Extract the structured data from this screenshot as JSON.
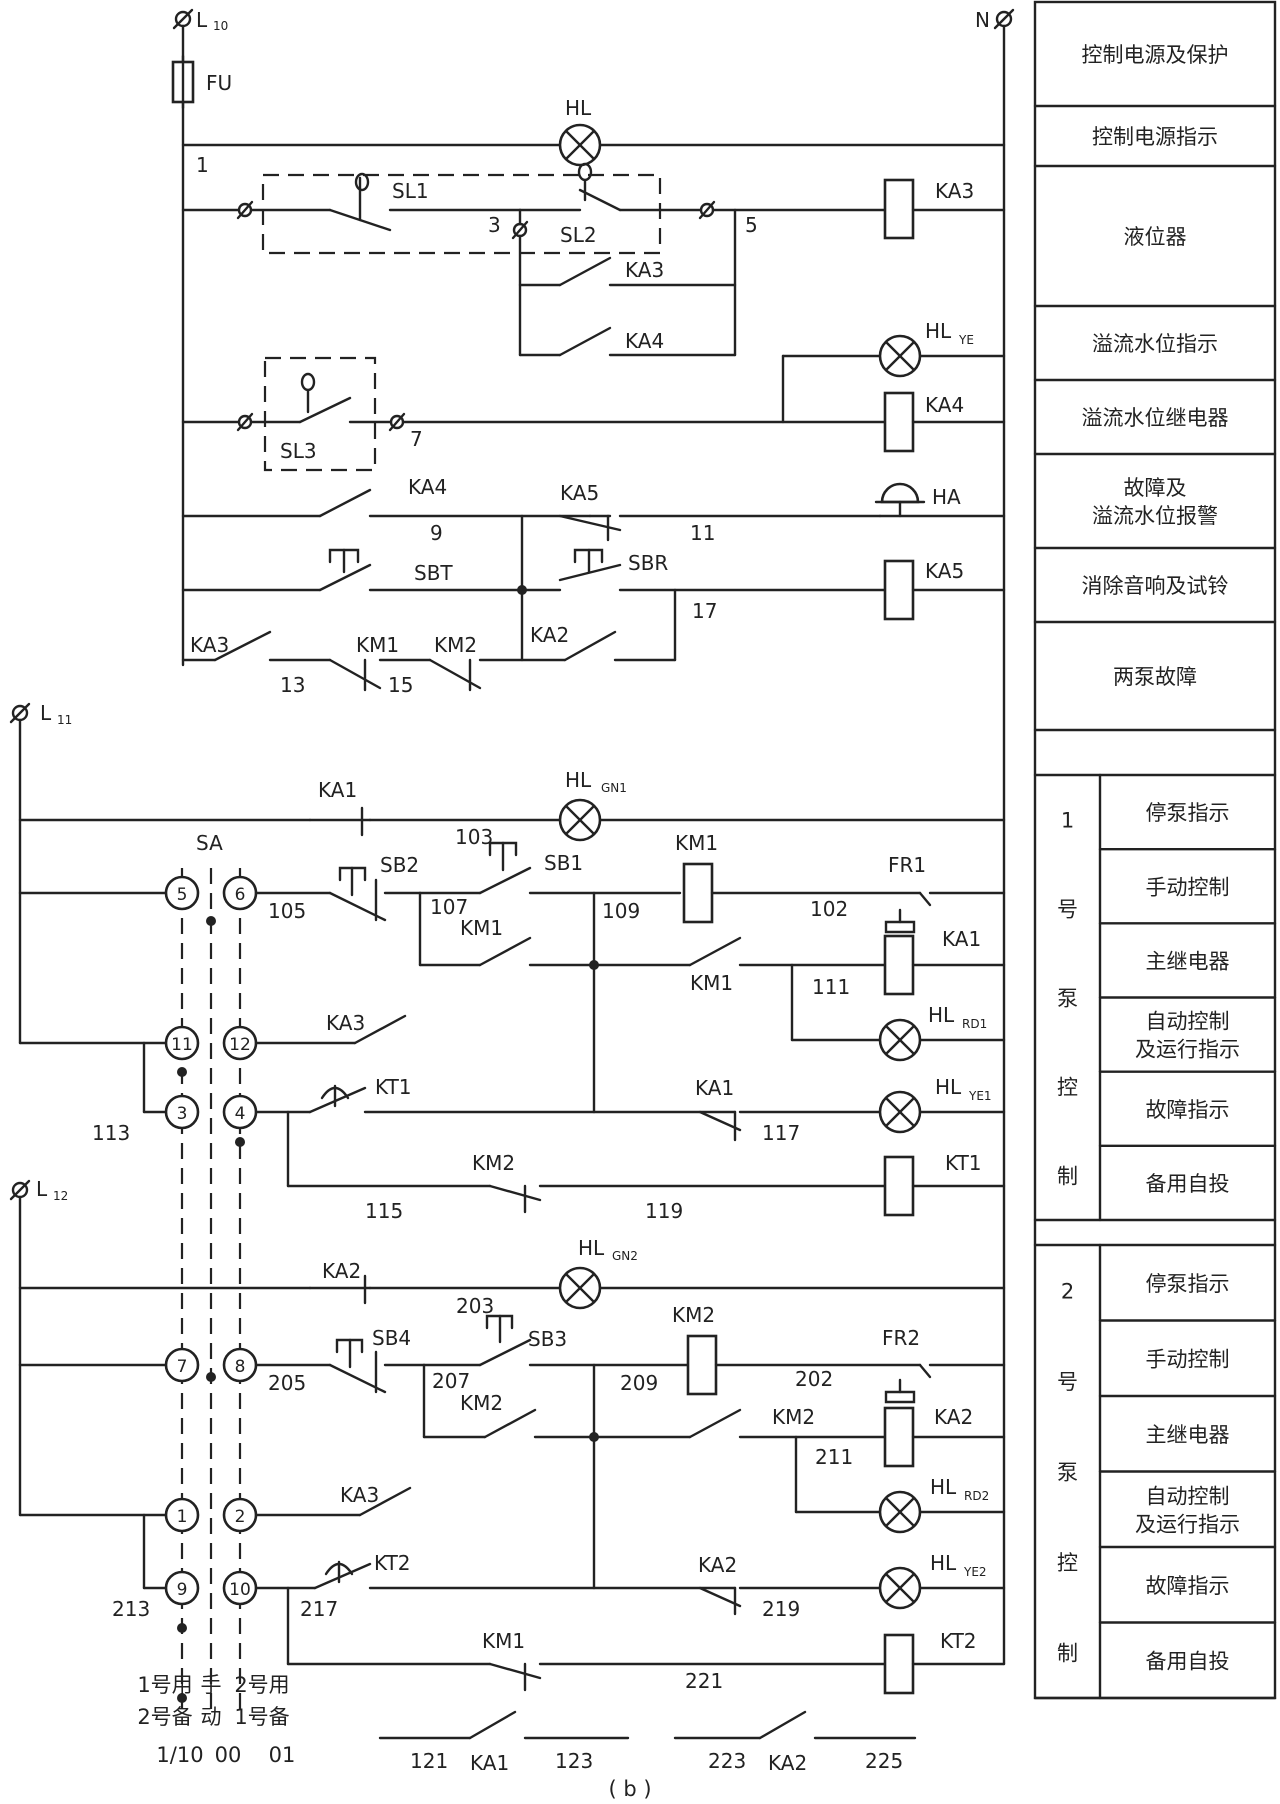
{
  "caption": "( b )",
  "power": {
    "l10": "L",
    "l10_sub": "10",
    "n": "N",
    "l11": "L",
    "l11_sub": "11",
    "l12": "L",
    "l12_sub": "12",
    "fuse": "FU"
  },
  "devices": {
    "HL": "HL",
    "KA1": "KA1",
    "KA2": "KA2",
    "KA3": "KA3",
    "KA4": "KA4",
    "KA5": "KA5",
    "KM1": "KM1",
    "KM2": "KM2",
    "KT1": "KT1",
    "KT2": "KT2",
    "SL1": "SL1",
    "SL2": "SL2",
    "SL3": "SL3",
    "SBT": "SBT",
    "SBR": "SBR",
    "SB1": "SB1",
    "SB2": "SB2",
    "SB3": "SB3",
    "SB4": "SB4",
    "SA": "SA",
    "HA": "HA",
    "FR1": "FR1",
    "FR2": "FR2",
    "HL_YE": "HL",
    "HL_YE_sub": "YE",
    "HL_GN1": "HL",
    "HL_GN1_sub": "GN1",
    "HL_RD1": "HL",
    "HL_RD1_sub": "RD1",
    "HL_YE1": "HL",
    "HL_YE1_sub": "YE1",
    "HL_GN2": "HL",
    "HL_GN2_sub": "GN2",
    "HL_RD2": "HL",
    "HL_RD2_sub": "RD2",
    "HL_YE2": "HL",
    "HL_YE2_sub": "YE2"
  },
  "wires": {
    "n1": "1",
    "n3": "3",
    "n5": "5",
    "n7": "7",
    "n9": "9",
    "n11": "11",
    "n13": "13",
    "n15": "15",
    "n17": "17",
    "n102": "102",
    "n103": "103",
    "n105": "105",
    "n107": "107",
    "n109": "109",
    "n111": "111",
    "n113": "113",
    "n115": "115",
    "n117": "117",
    "n119": "119",
    "n121": "121",
    "n123": "123",
    "n202": "202",
    "n203": "203",
    "n205": "205",
    "n207": "207",
    "n209": "209",
    "n211": "211",
    "n213": "213",
    "n217": "217",
    "n219": "219",
    "n221": "221",
    "n223": "223",
    "n225": "225"
  },
  "sa_terminals": [
    "1",
    "2",
    "3",
    "4",
    "5",
    "6",
    "7",
    "8",
    "9",
    "10",
    "11",
    "12"
  ],
  "sa_modes": {
    "col1_line1": "1号用",
    "col1_line2": "2号备",
    "col2_line1": "手",
    "col2_line2": "动",
    "col3_line1": "2号用",
    "col3_line2": "1号备",
    "col1_code": "1/10",
    "col2_code": "00",
    "col3_code": "01"
  },
  "function_table": {
    "top": [
      "控制电源及保护",
      "控制电源指示",
      "液位器",
      "溢流水位指示",
      "溢流水位继电器",
      "故障及\n溢流水位报警",
      "消除音响及试铃",
      "两泵故障"
    ],
    "pump1_title": [
      "1",
      "号",
      "泵",
      "控",
      "制"
    ],
    "pump1_rows": [
      "停泵指示",
      "手动控制",
      "主继电器",
      "自动控制\n及运行指示",
      "故障指示",
      "备用自投"
    ],
    "pump2_title": [
      "2",
      "号",
      "泵",
      "控",
      "制"
    ],
    "pump2_rows": [
      "停泵指示",
      "手动控制",
      "主继电器",
      "自动控制\n及运行指示",
      "故障指示",
      "备用自投"
    ]
  }
}
